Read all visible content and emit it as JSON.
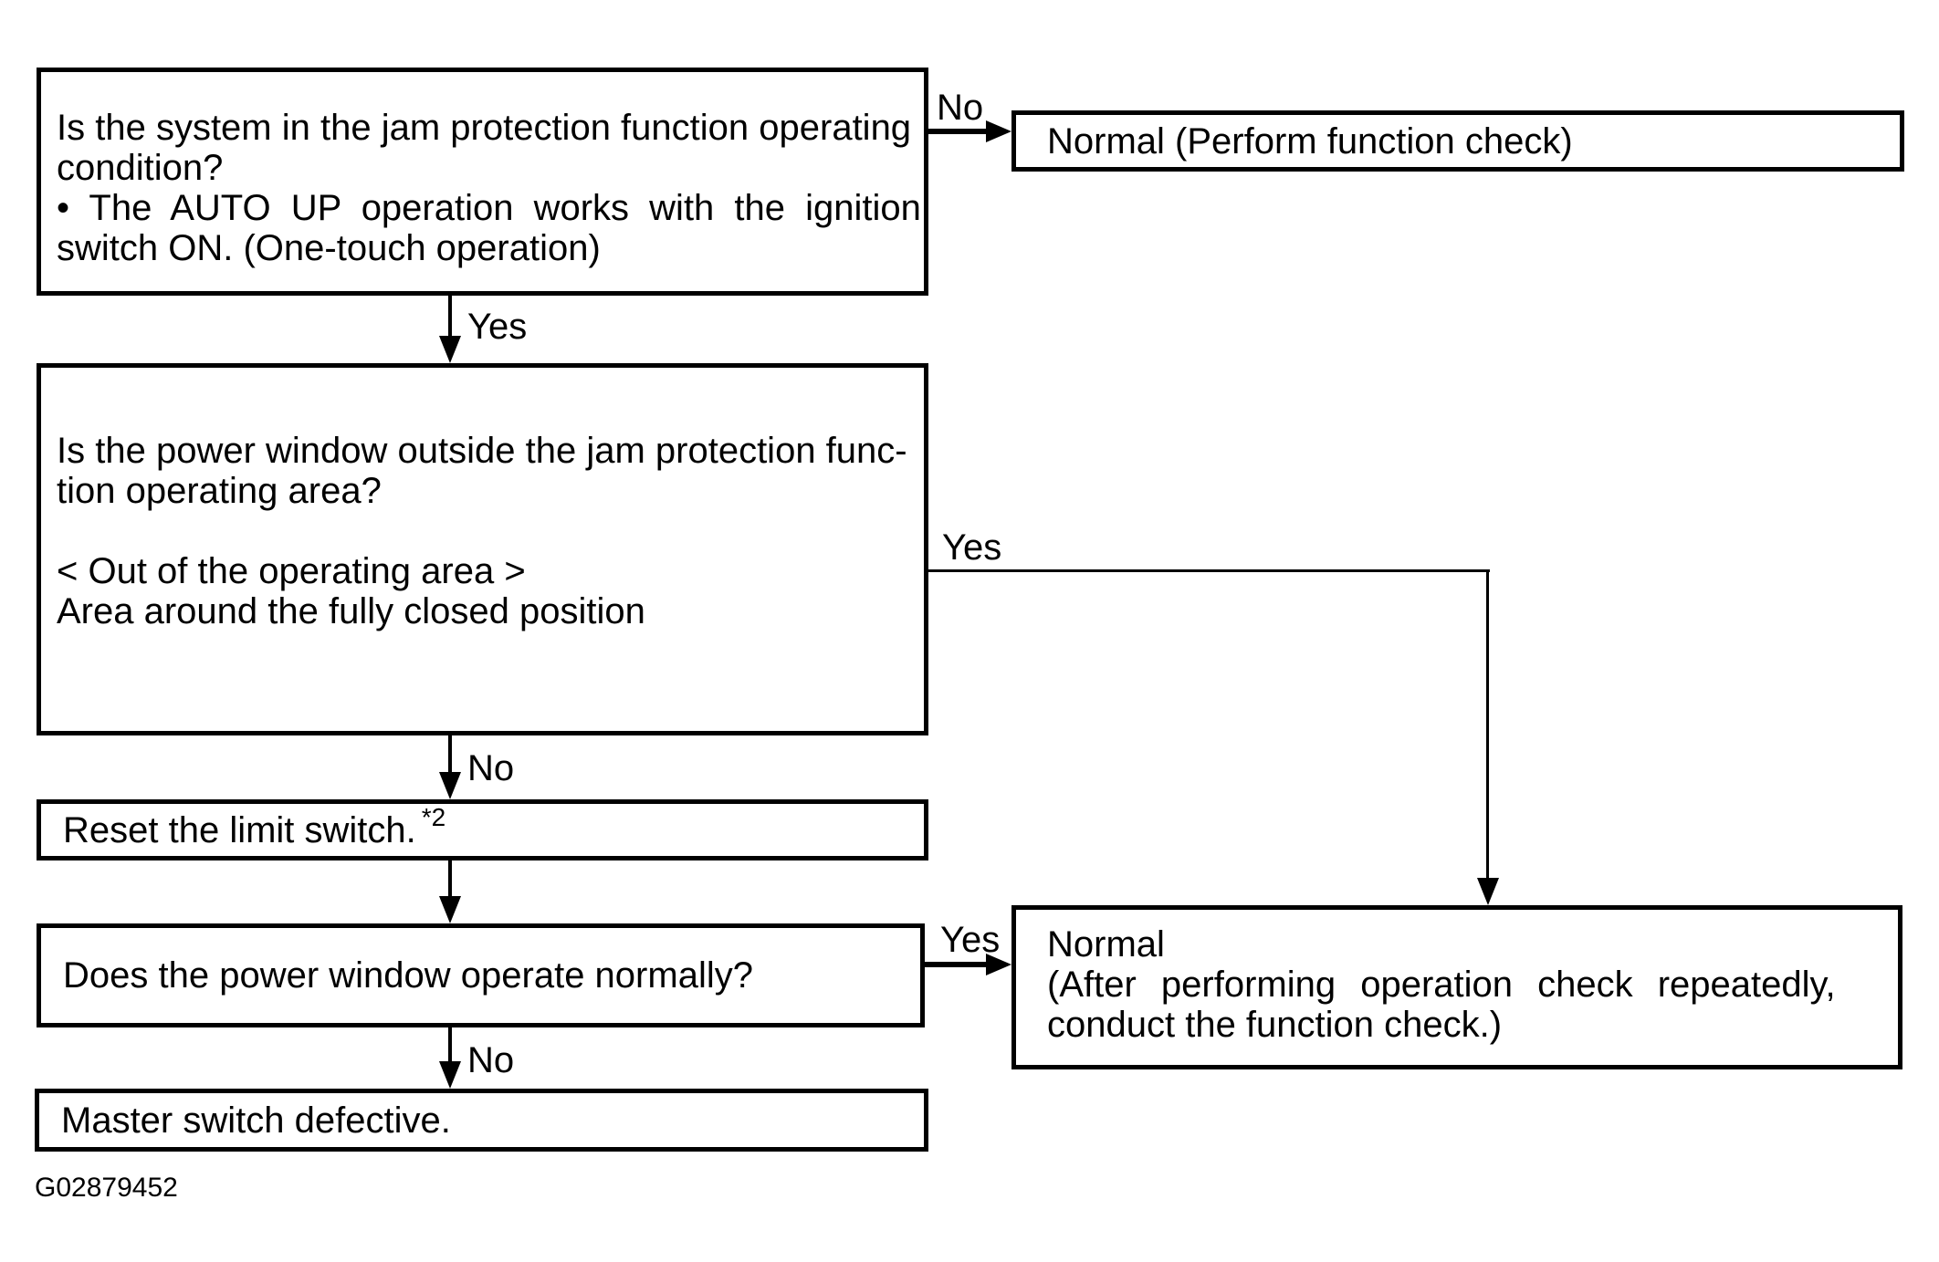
{
  "diagram": {
    "type": "flowchart",
    "figure_code": "G02879452",
    "colors": {
      "line": "#000000",
      "background": "#ffffff",
      "text": "#000000"
    },
    "nodes": {
      "q1": {
        "role": "decision",
        "lines": [
          "Is the system in the jam protection function operating",
          "condition?",
          "• The AUTO UP operation works with the ignition",
          "switch ON. (One-touch operation)"
        ]
      },
      "normal_top": {
        "role": "result",
        "text": "Normal (Perform function check)"
      },
      "q2": {
        "role": "decision",
        "lines": [
          "Is the power window outside the jam protection func-",
          "tion operating area?",
          "",
          "< Out of the operating area >",
          "Area around the fully closed position"
        ]
      },
      "reset": {
        "role": "process",
        "text": "Reset the limit switch.",
        "note_ref": "*2"
      },
      "q3": {
        "role": "decision",
        "text": "Does the power window operate normally?"
      },
      "normal_bottom": {
        "role": "result",
        "lines": [
          "Normal",
          "(After performing operation check repeatedly,",
          "conduct the function check.)"
        ]
      },
      "defective": {
        "role": "result",
        "text": "Master switch defective."
      }
    },
    "edge_labels": {
      "q1_no": "No",
      "q1_yes": "Yes",
      "q2_yes": "Yes",
      "q2_no": "No",
      "q3_yes": "Yes",
      "q3_no": "No"
    }
  }
}
